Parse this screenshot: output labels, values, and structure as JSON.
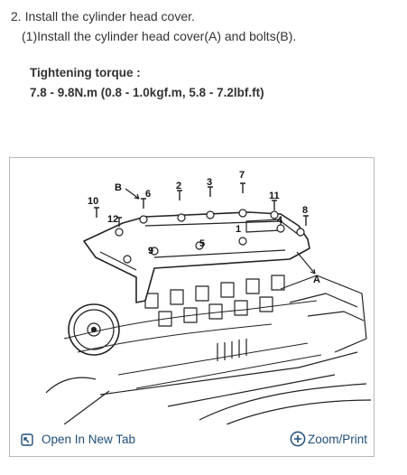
{
  "instructions": {
    "step": "2. Install the cylinder head cover.",
    "substep": "(1)Install the cylinder head cover(A) and bolts(B)."
  },
  "torque": {
    "title": "Tightening torque :",
    "value": "7.8 - 9.8N.m (0.8 - 1.0kgf.m, 5.8 - 7.2lbf.ft)"
  },
  "figure": {
    "callouts": {
      "b": "B",
      "a": "A",
      "n1": "1",
      "n2": "2",
      "n3": "3",
      "n4": "4",
      "n5": "5",
      "n6": "6",
      "n7": "7",
      "n8": "8",
      "n9": "9",
      "n10": "10",
      "n11": "11",
      "n12": "12"
    },
    "actions": {
      "open_label": "Open In New Tab",
      "zoom_label": "Zoom/Print"
    },
    "icons": {
      "open": "open-new-tab-icon",
      "zoom": "zoom-plus-icon"
    }
  },
  "colors": {
    "text": "#333333",
    "link": "#1f4e79",
    "frame_border": "#b8b8b8"
  }
}
